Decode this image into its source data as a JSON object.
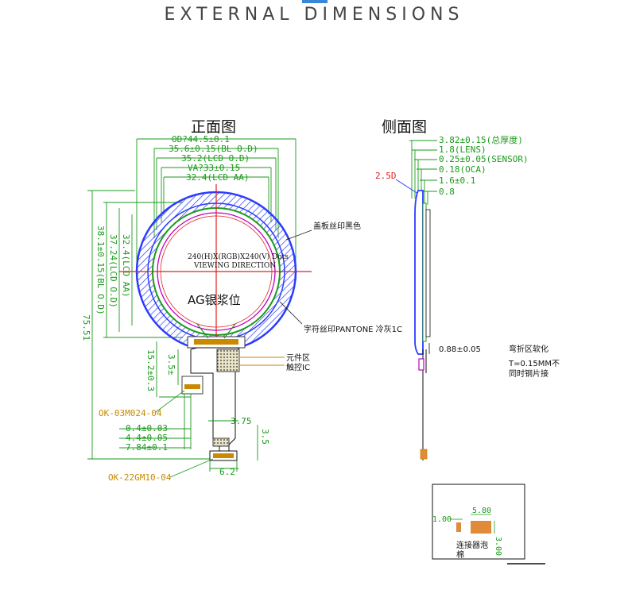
{
  "header": {
    "title": "EXTERNAL DIMENSIONS"
  },
  "front_view": {
    "title": "正面图",
    "dims": {
      "od": "OD?44.5±0.1",
      "bl_od": "35.6±0.15(BL O.D)",
      "lcd_od": "35.2(LCD O.D)",
      "va": "VA?33±0.15",
      "lcd_aa": "32.4(LCD AA)",
      "v_lcd_aa": "32.4(LCD AA)",
      "v_lcd_od": "37.24(LCD O.D)",
      "v_bl_od": "38.1±0.15(BL O.D)",
      "v_total": "75.51",
      "v_fpc": "15.2±0.3",
      "v_small": "3.5±",
      "w_375": "3.75",
      "v_35": "3.5",
      "w_62": "6.2",
      "d1": "0.4±0.03",
      "d2": "4.4±0.05",
      "d3": "7.84±0.1"
    },
    "resolution": "240(H)X(RGB)X240(V) Dots",
    "viewing": "VIEWING DIRECTION",
    "ag_label": "AG银浆位",
    "cover_note": "盖板丝印黑色",
    "char_note": "字符丝印PANTONE 冷灰1C",
    "comp_area": "元件区",
    "touch_ic": "触控IC",
    "part1": "OK-03M024-04",
    "part2": "OK-22GM10-04"
  },
  "side_view": {
    "title": "侧面图",
    "dims": [
      "3.82±0.15(总厚度)",
      "1.8(LENS)",
      "0.25±0.05(SENSOR)",
      "0.18(OCA)",
      "1.6±0.1",
      "0.8"
    ],
    "radius": "2.5D",
    "thick": "0.88±0.05",
    "bend_note": "弯折区软化",
    "t_note": "T=0.15MM不",
    "t_note2": "同时钢片接"
  },
  "inset": {
    "w1": "1.00",
    "w2": "5.80",
    "h1": "3.00",
    "label": "连接器泡",
    "label2": "棉"
  },
  "colors": {
    "dim_green": "#1a9a1a",
    "blue_ring": "#2b3cff",
    "red": "#e02020",
    "orange": "#c98a00",
    "magenta": "#c000c0"
  }
}
